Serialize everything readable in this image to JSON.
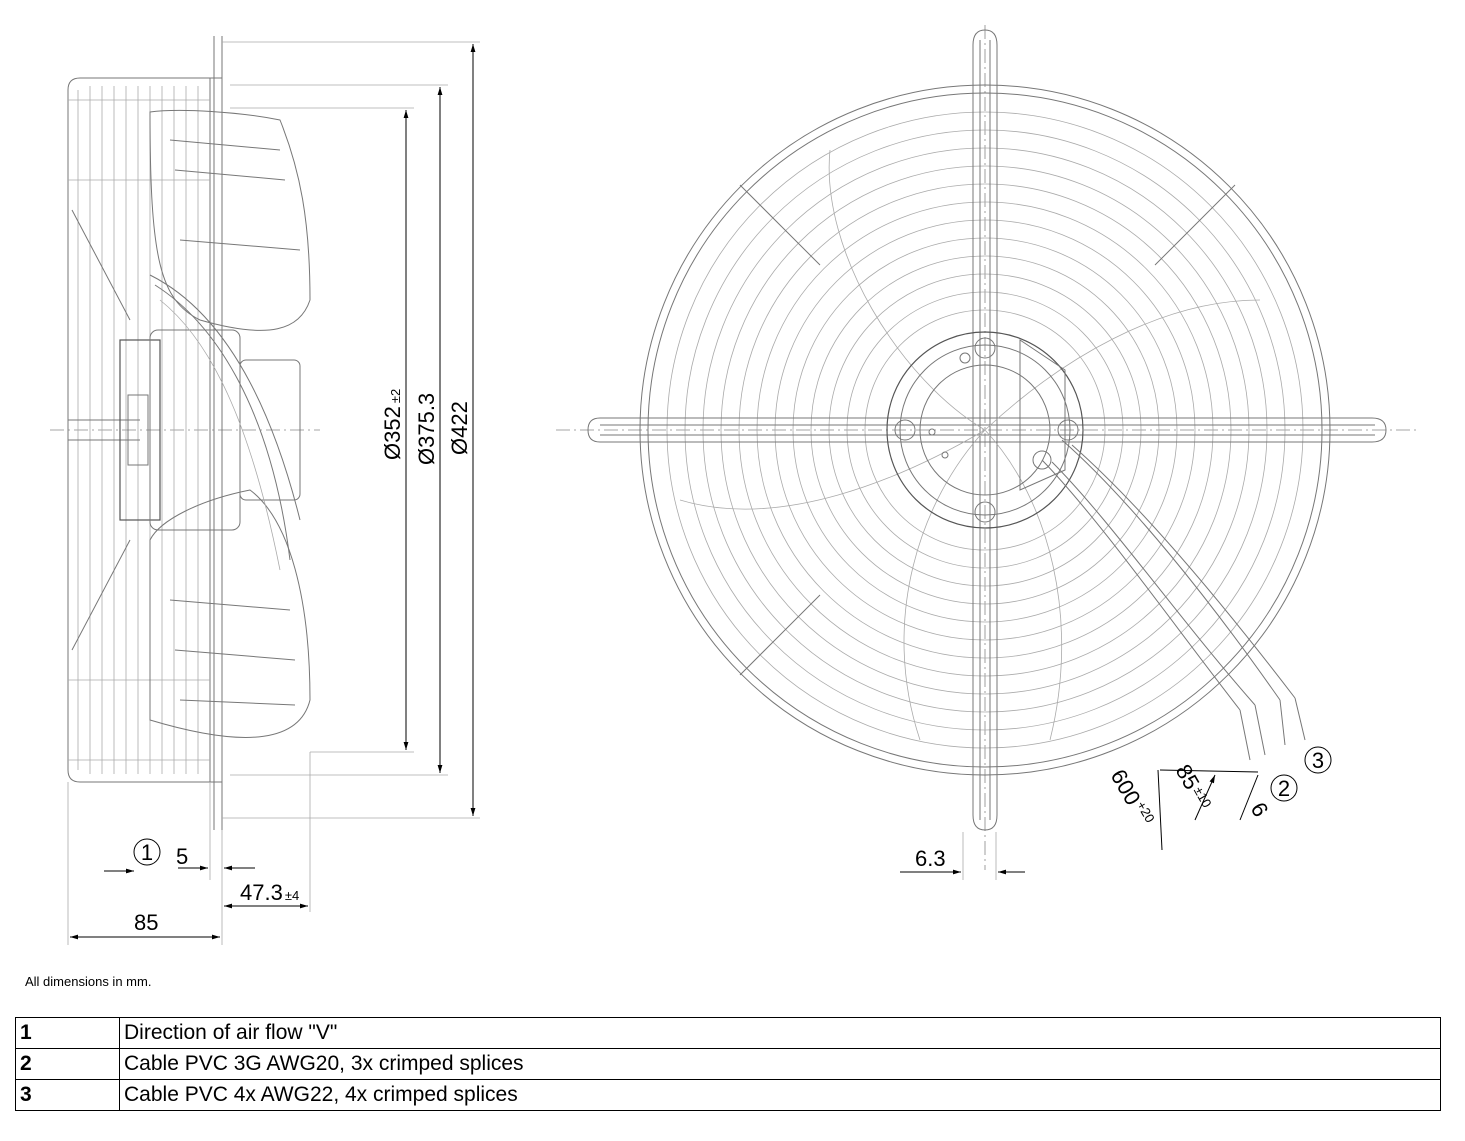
{
  "side_view": {
    "dimensions": {
      "d352": "Ø352",
      "d352_tol": "±2",
      "d375": "Ø375.3",
      "d422": "Ø422",
      "w5": "5",
      "w47": "47.3",
      "w47_tol": "±4",
      "w85": "85"
    },
    "callout": "1"
  },
  "front_view": {
    "dimensions": {
      "d6_3": "6.3",
      "d600": "600",
      "d600_tol": "+20",
      "d85": "85",
      "d85_tol": "±10",
      "d6": "6"
    },
    "callouts": [
      "2",
      "3"
    ]
  },
  "note": "All dimensions in mm.",
  "legend": [
    {
      "num": "1",
      "text": "Direction of air flow \"V\""
    },
    {
      "num": "2",
      "text": "Cable PVC 3G AWG20, 3x crimped splices"
    },
    {
      "num": "3",
      "text": "Cable PVC 4x AWG22, 4x crimped splices"
    }
  ]
}
